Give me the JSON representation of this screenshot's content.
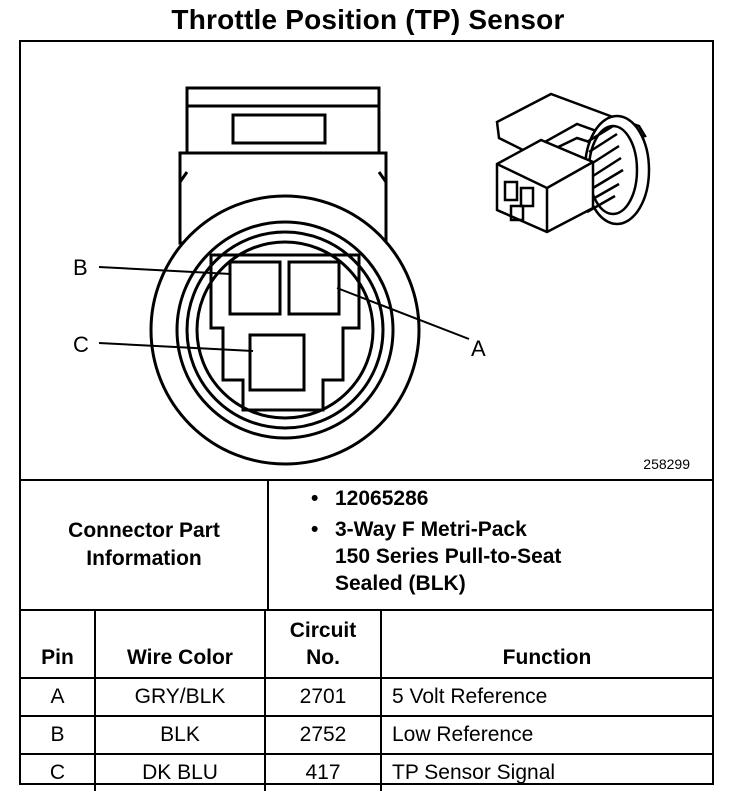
{
  "title": "Throttle Position (TP) Sensor",
  "diagram": {
    "pin_labels": [
      "A",
      "B",
      "C"
    ],
    "figure_number": "258299"
  },
  "connector_part": {
    "label_line1": "Connector Part",
    "label_line2": "Information",
    "part_number": "12065286",
    "description_line1": "3-Way F Metri-Pack",
    "description_line2": "150 Series Pull-to-Seat",
    "description_line3": "Sealed (BLK)"
  },
  "table": {
    "headers": {
      "pin": "Pin",
      "wire_color": "Wire Color",
      "circuit_line1": "Circuit",
      "circuit_line2": "No.",
      "function": "Function"
    },
    "rows": [
      {
        "pin": "A",
        "wire_color": "GRY/BLK",
        "circuit": "2701",
        "function": "5 Volt Reference"
      },
      {
        "pin": "B",
        "wire_color": "BLK",
        "circuit": "2752",
        "function": "Low Reference"
      },
      {
        "pin": "C",
        "wire_color": "DK BLU",
        "circuit": "417",
        "function": "TP Sensor Signal"
      }
    ]
  }
}
